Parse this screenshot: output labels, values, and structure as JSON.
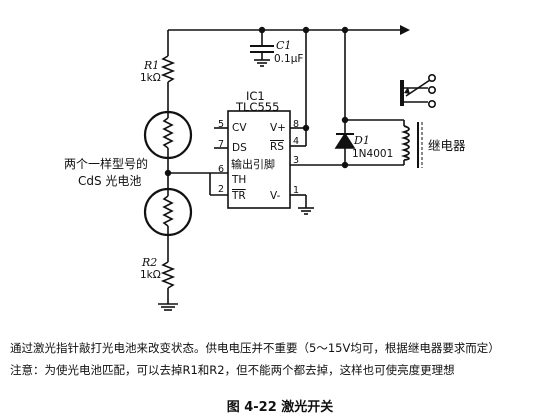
{
  "components": {
    "r1": {
      "name": "R1",
      "value": "1kΩ"
    },
    "r2": {
      "name": "R2",
      "value": "1kΩ"
    },
    "c1": {
      "name": "C1",
      "value": "0.1μF"
    },
    "d1": {
      "name": "D1",
      "value": "1N4001"
    },
    "photocell_label": [
      "两个一样型号的",
      "CdS 光电池"
    ],
    "relay_label": "继电器"
  },
  "ic": {
    "ref": "IC1",
    "part": "TLC555",
    "pins": [
      {
        "num": "5",
        "name": "CV"
      },
      {
        "num": "7",
        "name": "DS"
      },
      {
        "num": "6",
        "name": "TH"
      },
      {
        "num": "2",
        "name": "TR"
      },
      {
        "num": "8",
        "name": "V+"
      },
      {
        "num": "4",
        "name": "RS"
      },
      {
        "num": "3",
        "name": "输出引脚"
      },
      {
        "num": "1",
        "name": "V-"
      }
    ]
  },
  "notes": [
    "通过激光指针敲打光电池来改变状态。供电电压并不重要（5～15V均可，根据继电器要求而定）",
    "注意：为使光电池匹配，可以去掉R1和R2，但不能两个都去掉，这样也可使亮度更理想"
  ],
  "figure_caption": "图 4-22    激光开关"
}
